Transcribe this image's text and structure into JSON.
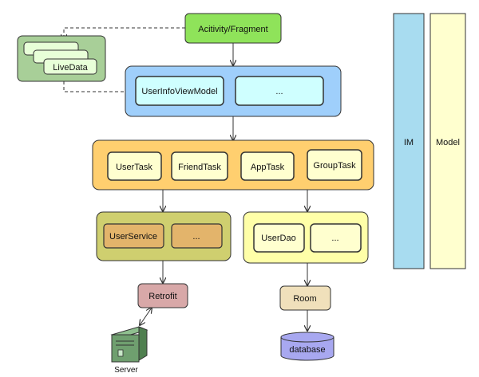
{
  "activity": "Acitivity/Fragment",
  "livedata": "LiveData",
  "viewmodel": {
    "main": "UserInfoViewModel",
    "more": "..."
  },
  "tasks": [
    "UserTask",
    "FriendTask",
    "AppTask",
    "GroupTask"
  ],
  "service": {
    "main": "UserService",
    "more": "..."
  },
  "dao": {
    "main": "UserDao",
    "more": "..."
  },
  "retrofit": "Retrofit",
  "room": "Room",
  "database": "database",
  "server": "Server",
  "im": "IM",
  "model": "Model",
  "colors": {
    "activity": "#8fe35a",
    "viewmodel_panel": "#9fcffb",
    "viewmodel_inner": "#cfffff",
    "tasks_panel": "#ffcf6f",
    "tasks_inner": "#ffffcf",
    "service_panel": "#cfcf6f",
    "service_inner": "#e3b46b",
    "dao_panel": "#ffffa8",
    "dao_inner": "#ffffcf",
    "retrofit": "#d8a8a8",
    "room": "#f0e0bb",
    "database": "#a8a8f0",
    "server": "#6f9f6f",
    "livedata_panel": "#a8cf98",
    "livedata_inner": "#e8ffd8",
    "im": "#a8dcf0",
    "model": "#ffffcf"
  }
}
